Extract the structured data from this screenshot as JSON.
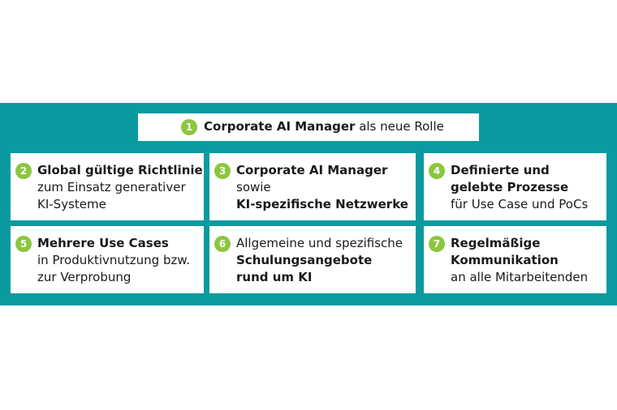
{
  "colors": {
    "teal": "#0b9aa0",
    "badge": "#8cc63f"
  },
  "top": {
    "num": "1",
    "bold": "Corporate AI Manager",
    "rest": " als neue Rolle"
  },
  "cards": [
    {
      "num": "2",
      "lines": [
        {
          "t": "Global gültige Richtlinie",
          "b": true
        },
        {
          "t": "zum Einsatz generativer",
          "b": false
        },
        {
          "t": "KI-Systeme",
          "b": false
        }
      ]
    },
    {
      "num": "3",
      "lines": [
        {
          "t": "Corporate AI Manager",
          "b": true
        },
        {
          "t": "sowie",
          "b": false
        },
        {
          "t": "KI-spezifische Netzwerke",
          "b": true
        }
      ]
    },
    {
      "num": "4",
      "lines": [
        {
          "t": "Definierte und",
          "b": true
        },
        {
          "t": "gelebte Prozesse",
          "b": true
        },
        {
          "t": "für Use Case und PoCs",
          "b": false
        }
      ]
    },
    {
      "num": "5",
      "lines": [
        {
          "t": "Mehrere Use Cases",
          "b": true
        },
        {
          "t": "in Produktivnutzung bzw.",
          "b": false
        },
        {
          "t": "zur Verprobung",
          "b": false
        }
      ]
    },
    {
      "num": "6",
      "lines": [
        {
          "t": "Allgemeine und spezifische",
          "b": false
        },
        {
          "t": "Schulungsangebote",
          "b": true
        },
        {
          "t": "rund um KI",
          "b": true
        }
      ]
    },
    {
      "num": "7",
      "lines": [
        {
          "t": "Regelmäßige",
          "b": true
        },
        {
          "t": "Kommunikation",
          "b": true
        },
        {
          "t": "an alle Mitarbeitenden",
          "b": false
        }
      ]
    }
  ]
}
